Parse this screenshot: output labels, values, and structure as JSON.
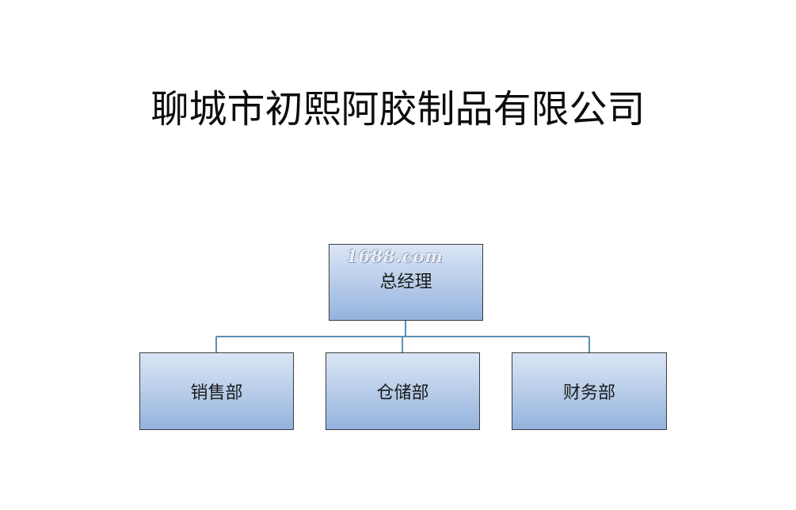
{
  "title": "聊城市初熙阿胶制品有限公司",
  "watermark": "1688.com",
  "org_chart": {
    "root": {
      "label": "总经理"
    },
    "children": [
      {
        "label": "销售部"
      },
      {
        "label": "仓储部"
      },
      {
        "label": "财务部"
      }
    ]
  },
  "colors": {
    "box_fill_top": "#dbe6f6",
    "box_fill_bottom": "#94b3dd",
    "box_border": "#3b3b3b",
    "connector": "#5b8fb4"
  }
}
